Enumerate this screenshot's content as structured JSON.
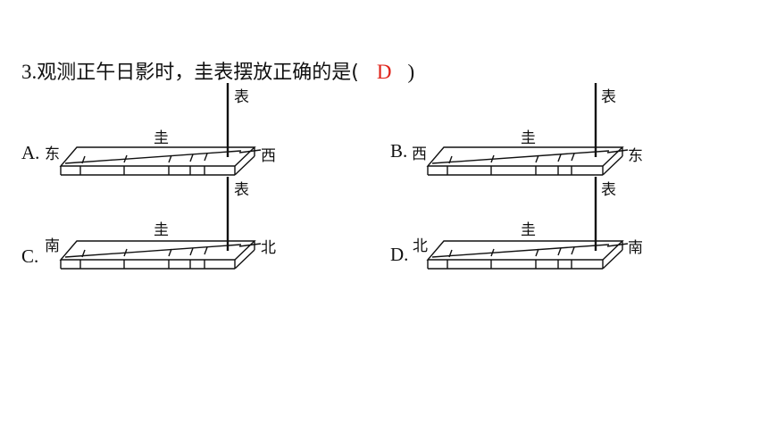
{
  "question": {
    "number": "3.",
    "text": "观测正午日影时，圭表摆放正确的是(",
    "answer": "D",
    "close_paren": ")"
  },
  "labels": {
    "gui": "圭",
    "biao": "表"
  },
  "options": [
    {
      "letter": "A.",
      "left_dir": "东",
      "right_dir": "西"
    },
    {
      "letter": "B.",
      "left_dir": "西",
      "right_dir": "东"
    },
    {
      "letter": "C.",
      "left_dir": "南",
      "right_dir": "北"
    },
    {
      "letter": "D.",
      "left_dir": "北",
      "right_dir": "南"
    }
  ],
  "colors": {
    "answer": "#e0231a",
    "text": "#111111"
  }
}
